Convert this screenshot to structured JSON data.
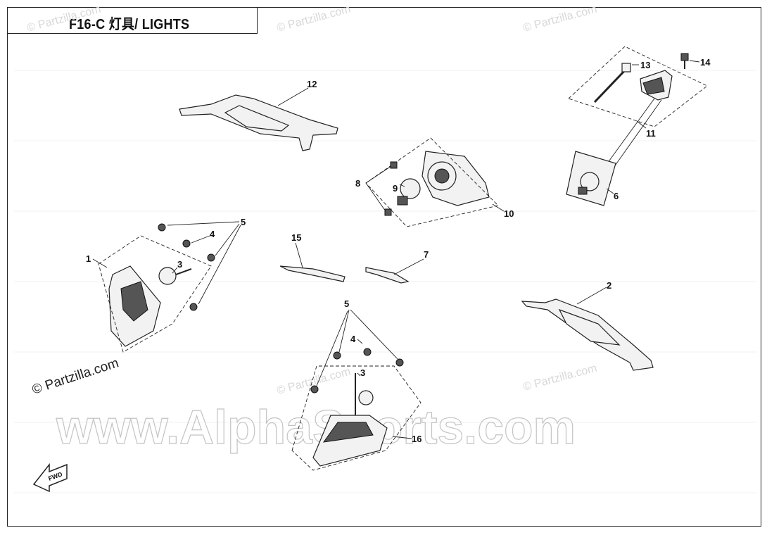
{
  "diagram": {
    "title": "F16-C  灯具/ LIGHTS",
    "watermarks": {
      "small": "© Partzilla.com",
      "partzilla_corner": "© Partzilla.com",
      "big": "www.AlphaSports.com"
    },
    "fwd_label": "FWD",
    "callouts": [
      "1",
      "2",
      "3",
      "3",
      "4",
      "4",
      "5",
      "5",
      "6",
      "7",
      "8",
      "9",
      "10",
      "11",
      "12",
      "13",
      "14",
      "15",
      "16"
    ]
  }
}
